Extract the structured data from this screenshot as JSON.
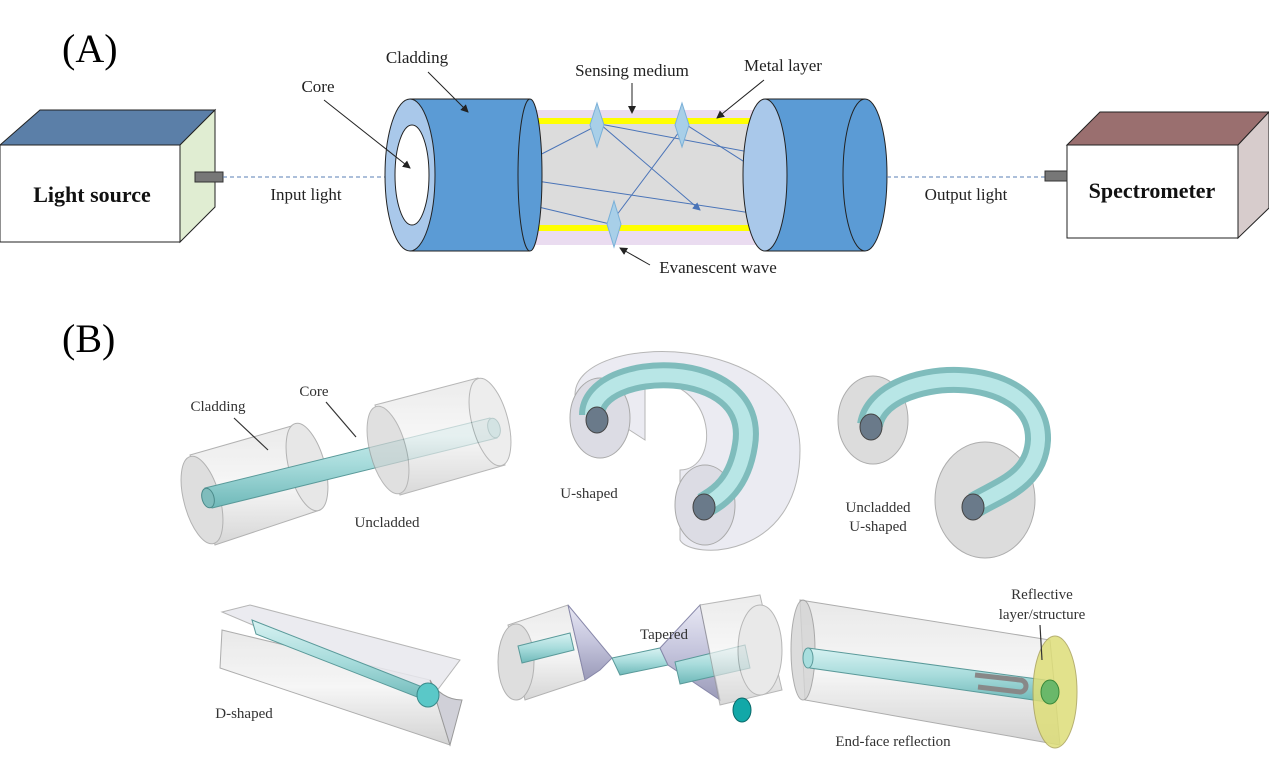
{
  "panel_a": {
    "label": "(A)",
    "light_source": "Light source",
    "spectrometer": "Spectrometer",
    "core": "Core",
    "cladding": "Cladding",
    "sensing_medium": "Sensing medium",
    "metal_layer": "Metal layer",
    "input_light": "Input light",
    "output_light": "Output light",
    "evanescent_wave": "Evanescent wave",
    "colors": {
      "cladding": "#5b9bd5",
      "metal": "#ffff00",
      "sensing": "#e6d2f0"
    }
  },
  "panel_b": {
    "label": "(B)",
    "unclad": {
      "cladding": "Cladding",
      "core": "Core",
      "name": "Uncladded"
    },
    "u_shaped": {
      "name": "U-shaped"
    },
    "uncladded_u": {
      "line1": "Uncladded",
      "line2": "U-shaped"
    },
    "d_shaped": {
      "name": "D-shaped"
    },
    "tapered": {
      "name": "Tapered"
    },
    "end_face": {
      "name": "End-face reflection",
      "line1": "Reflective",
      "line2": "layer/structure"
    },
    "colors": {
      "core": "#a8dede",
      "cladding": "#c8c8c8"
    }
  }
}
